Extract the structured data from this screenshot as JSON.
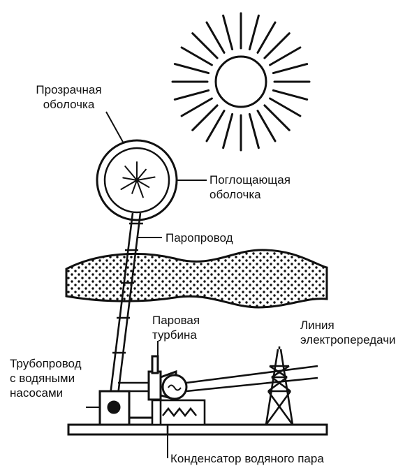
{
  "labels": {
    "transparent_shell": [
      "Прозрачная",
      "оболочка"
    ],
    "absorbing_shell": [
      "Поглощающая",
      "оболочка"
    ],
    "steam_pipe": "Паропровод",
    "steam_turbine": [
      "Паровая",
      "турбина"
    ],
    "power_line": [
      "Линия",
      "электропередачи"
    ],
    "pipeline_pumps": [
      "Трубопровод",
      "с водяными",
      "насосами"
    ],
    "condenser": "Конденсатор водяного пара"
  },
  "colors": {
    "ink": "#111111",
    "background": "#ffffff"
  },
  "icons": {
    "sun": "sun-icon",
    "generator": "generator-icon",
    "pylon": "transmission-tower-icon"
  }
}
